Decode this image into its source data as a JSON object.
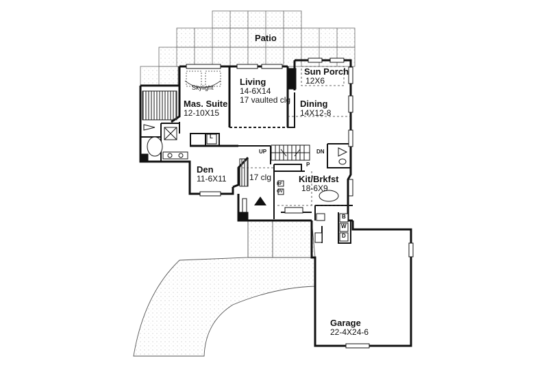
{
  "rooms": {
    "patio": {
      "name": "Patio"
    },
    "sun_porch": {
      "name": "Sun Porch",
      "size": "12X6"
    },
    "living": {
      "name": "Living",
      "size": "14-6X14",
      "note": "17 vaulted clg"
    },
    "master_suite": {
      "name": "Mas. Suite",
      "size": "12-10X15"
    },
    "dining": {
      "name": "Dining",
      "size": "14X12-8"
    },
    "den": {
      "name": "Den",
      "size": "11-6X11"
    },
    "foyer": {
      "note": "17 clg"
    },
    "kitchen": {
      "name": "Kit/Brkfst",
      "size": "18-6X9"
    },
    "garage": {
      "name": "Garage",
      "size": "22-4X24-6"
    }
  },
  "annotations": {
    "skylight": "Skylight",
    "stair_up": "UP",
    "stair_down": "DN",
    "linen": "L",
    "pantry": "P",
    "bench": "B",
    "washer": "W",
    "dryer": "D",
    "refrigerator": "RF",
    "oven": "OV"
  },
  "colors": {
    "line": "#111111",
    "background": "#ffffff",
    "hatch": "#555555"
  }
}
